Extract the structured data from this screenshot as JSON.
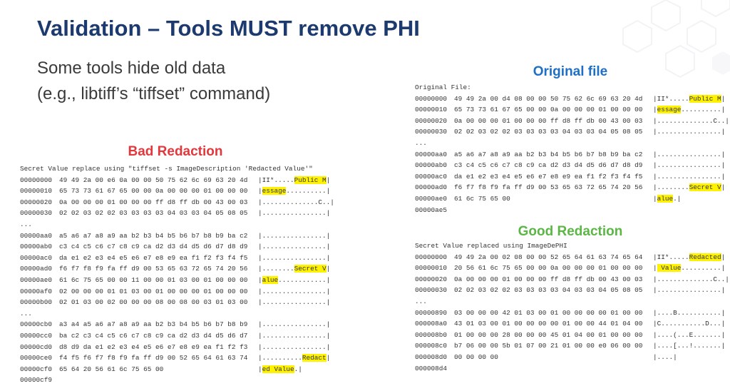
{
  "slide": {
    "title": "Validation – Tools MUST remove PHI",
    "subtitle_lines": [
      "Some tools hide old data",
      "(e.g., libtiff’s “tiffset” command)"
    ]
  },
  "colors": {
    "title": "#1c3a6e",
    "bad": "#e2383c",
    "original": "#1f6fc6",
    "good": "#5cb646",
    "highlight": "#fff200"
  },
  "bad": {
    "heading": "Bad Redaction",
    "caption": "Secret Value replace using \"tiffset -s ImageDescription 'Redacted Value'\"",
    "rows": [
      {
        "addr": "00000000",
        "h1": "49 49 2a 00 e6 0a 00 00",
        "h2": "50 75 62 6c 69 63 20 4d",
        "pre": "|II*.....",
        "hl": "Public M",
        "post": "|"
      },
      {
        "addr": "00000010",
        "h1": "65 73 73 61 67 65 00 00",
        "h2": "0a 00 00 00 01 00 00 00",
        "pre": "|",
        "hl": "essage",
        "post": "..........|"
      },
      {
        "addr": "00000020",
        "h1": "0a 00 00 00 01 00 00 00",
        "h2": "ff d8 ff db 00 43 00 03",
        "pre": "|..............C..|",
        "hl": "",
        "post": ""
      },
      {
        "addr": "00000030",
        "h1": "02 02 03 02 02 03 03 03",
        "h2": "03 04 03 03 04 05 08 05",
        "pre": "|................|",
        "hl": "",
        "post": ""
      },
      {
        "addr": "...",
        "h1": "",
        "h2": "",
        "pre": "",
        "hl": "",
        "post": ""
      },
      {
        "addr": "00000aa0",
        "h1": "a5 a6 a7 a8 a9 aa b2 b3",
        "h2": "b4 b5 b6 b7 b8 b9 ba c2",
        "pre": "|................|",
        "hl": "",
        "post": ""
      },
      {
        "addr": "00000ab0",
        "h1": "c3 c4 c5 c6 c7 c8 c9 ca",
        "h2": "d2 d3 d4 d5 d6 d7 d8 d9",
        "pre": "|................|",
        "hl": "",
        "post": ""
      },
      {
        "addr": "00000ac0",
        "h1": "da e1 e2 e3 e4 e5 e6 e7",
        "h2": "e8 e9 ea f1 f2 f3 f4 f5",
        "pre": "|................|",
        "hl": "",
        "post": ""
      },
      {
        "addr": "00000ad0",
        "h1": "f6 f7 f8 f9 fa ff d9 00",
        "h2": "53 65 63 72 65 74 20 56",
        "pre": "|........",
        "hl": "Secret V",
        "post": "|"
      },
      {
        "addr": "00000ae0",
        "h1": "61 6c 75 65 00 00 11 00",
        "h2": "00 01 03 00 01 00 00 00",
        "pre": "|",
        "hl": "alue",
        "post": "............|"
      },
      {
        "addr": "00000af0",
        "h1": "02 00 00 00 01 01 03 00",
        "h2": "01 00 00 00 01 00 00 00",
        "pre": "|................|",
        "hl": "",
        "post": ""
      },
      {
        "addr": "00000b00",
        "h1": "02 01 03 00 02 00 00 00",
        "h2": "08 00 08 00 03 01 03 00",
        "pre": "|................|",
        "hl": "",
        "post": ""
      },
      {
        "addr": "...",
        "h1": "",
        "h2": "",
        "pre": "",
        "hl": "",
        "post": ""
      },
      {
        "addr": "00000cb0",
        "h1": "a3 a4 a5 a6 a7 a8 a9 aa",
        "h2": "b2 b3 b4 b5 b6 b7 b8 b9",
        "pre": "|................|",
        "hl": "",
        "post": ""
      },
      {
        "addr": "00000cc0",
        "h1": "ba c2 c3 c4 c5 c6 c7 c8",
        "h2": "c9 ca d2 d3 d4 d5 d6 d7",
        "pre": "|................|",
        "hl": "",
        "post": ""
      },
      {
        "addr": "00000cd0",
        "h1": "d8 d9 da e1 e2 e3 e4 e5",
        "h2": "e6 e7 e8 e9 ea f1 f2 f3",
        "pre": "|................|",
        "hl": "",
        "post": ""
      },
      {
        "addr": "00000ce0",
        "h1": "f4 f5 f6 f7 f8 f9 fa ff",
        "h2": "d9 00 52 65 64 61 63 74",
        "pre": "|..........",
        "hl": "Redact",
        "post": "|"
      },
      {
        "addr": "00000cf0",
        "h1": "65 64 20 56 61 6c 75 65",
        "h2": "00",
        "pre": "|",
        "hl": "ed Value",
        "post": ".|"
      },
      {
        "addr": "00000cf9",
        "h1": "",
        "h2": "",
        "pre": "",
        "hl": "",
        "post": ""
      }
    ]
  },
  "original": {
    "heading": "Original file",
    "caption": "Original File:",
    "rows": [
      {
        "addr": "00000000",
        "h1": "49 49 2a 00 d4 08 00 00",
        "h2": "50 75 62 6c 69 63 20 4d",
        "pre": "|II*.....",
        "hl": "Public M",
        "post": "|"
      },
      {
        "addr": "00000010",
        "h1": "65 73 73 61 67 65 00 00",
        "h2": "0a 00 00 00 01 00 00 00",
        "pre": "|",
        "hl": "essage",
        "post": "..........|"
      },
      {
        "addr": "00000020",
        "h1": "0a 00 00 00 01 00 00 00",
        "h2": "ff d8 ff db 00 43 00 03",
        "pre": "|..............C..|",
        "hl": "",
        "post": ""
      },
      {
        "addr": "00000030",
        "h1": "02 02 03 02 02 03 03 03",
        "h2": "03 04 03 03 04 05 08 05",
        "pre": "|................|",
        "hl": "",
        "post": ""
      },
      {
        "addr": "...",
        "h1": "",
        "h2": "",
        "pre": "",
        "hl": "",
        "post": ""
      },
      {
        "addr": "00000aa0",
        "h1": "a5 a6 a7 a8 a9 aa b2 b3",
        "h2": "b4 b5 b6 b7 b8 b9 ba c2",
        "pre": "|................|",
        "hl": "",
        "post": ""
      },
      {
        "addr": "00000ab0",
        "h1": "c3 c4 c5 c6 c7 c8 c9 ca",
        "h2": "d2 d3 d4 d5 d6 d7 d8 d9",
        "pre": "|................|",
        "hl": "",
        "post": ""
      },
      {
        "addr": "00000ac0",
        "h1": "da e1 e2 e3 e4 e5 e6 e7",
        "h2": "e8 e9 ea f1 f2 f3 f4 f5",
        "pre": "|................|",
        "hl": "",
        "post": ""
      },
      {
        "addr": "00000ad0",
        "h1": "f6 f7 f8 f9 fa ff d9 00",
        "h2": "53 65 63 72 65 74 20 56",
        "pre": "|........",
        "hl": "Secret V",
        "post": "|"
      },
      {
        "addr": "00000ae0",
        "h1": "61 6c 75 65 00",
        "h2": "",
        "pre": "|",
        "hl": "alue",
        "post": ".|"
      },
      {
        "addr": "00000ae5",
        "h1": "",
        "h2": "",
        "pre": "",
        "hl": "",
        "post": ""
      }
    ]
  },
  "good": {
    "heading": "Good Redaction",
    "caption": "Secret Value replaced using ImageDePHI",
    "rows": [
      {
        "addr": "00000000",
        "h1": "49 49 2a 00 02 08 00 00",
        "h2": "52 65 64 61 63 74 65 64",
        "pre": "|II*.....",
        "hl": "Redacted",
        "post": "|"
      },
      {
        "addr": "00000010",
        "h1": "20 56 61 6c 75 65 00 00",
        "h2": "0a 00 00 00 01 00 00 00",
        "pre": "|",
        "hl": " Value",
        "post": "..........|"
      },
      {
        "addr": "00000020",
        "h1": "0a 00 00 00 01 00 00 00",
        "h2": "ff d8 ff db 00 43 00 03",
        "pre": "|..............C..|",
        "hl": "",
        "post": ""
      },
      {
        "addr": "00000030",
        "h1": "02 02 03 02 02 03 03 03",
        "h2": "03 04 03 03 04 05 08 05",
        "pre": "|................|",
        "hl": "",
        "post": ""
      },
      {
        "addr": "...",
        "h1": "",
        "h2": "",
        "pre": "",
        "hl": "",
        "post": ""
      },
      {
        "addr": "00000890",
        "h1": "03 00 00 00 42 01 03 00",
        "h2": "01 00 00 00 00 01 00 00",
        "pre": "|....B...........|",
        "hl": "",
        "post": ""
      },
      {
        "addr": "000008a0",
        "h1": "43 01 03 00 01 00 00 00",
        "h2": "00 01 00 00 44 01 04 00",
        "pre": "|C...........D...|",
        "hl": "",
        "post": ""
      },
      {
        "addr": "000008b0",
        "h1": "01 00 00 00 28 00 00 00",
        "h2": "45 01 04 00 01 00 00 00",
        "pre": "|....(...E.......|",
        "hl": "",
        "post": ""
      },
      {
        "addr": "000008c0",
        "h1": "b7 06 00 00 5b 01 07 00",
        "h2": "21 01 00 00 e0 06 00 00",
        "pre": "|....[...!.......|",
        "hl": "",
        "post": ""
      },
      {
        "addr": "000008d0",
        "h1": "00 00 00 00",
        "h2": "",
        "pre": "|....|",
        "hl": "",
        "post": ""
      },
      {
        "addr": "000008d4",
        "h1": "",
        "h2": "",
        "pre": "",
        "hl": "",
        "post": ""
      }
    ]
  }
}
